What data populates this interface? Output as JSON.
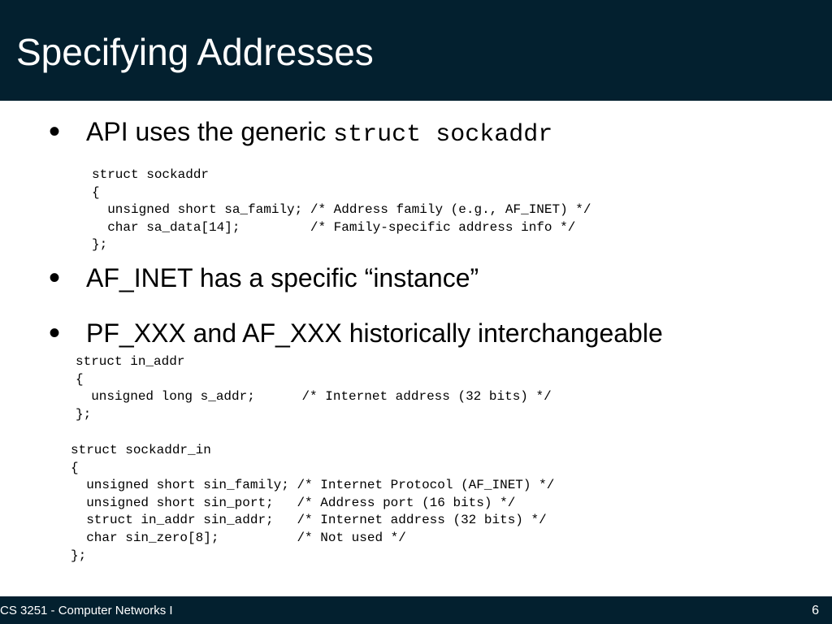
{
  "slide": {
    "title": "Specifying Addresses",
    "bullets": [
      {
        "text": "API uses the generic ",
        "code": "struct sockaddr"
      },
      {
        "text": "AF_INET has a specific “instance”"
      },
      {
        "text": "PF_XXX and AF_XXX historically interchangeable"
      }
    ],
    "code_blocks": {
      "sockaddr": "struct sockaddr\n{\n  unsigned short sa_family; /* Address family (e.g., AF_INET) */\n  char sa_data[14];         /* Family-specific address info */\n};",
      "in_addr": "struct in_addr\n{\n  unsigned long s_addr;      /* Internet address (32 bits) */\n};",
      "sockaddr_in": "struct sockaddr_in\n{\n  unsigned short sin_family; /* Internet Protocol (AF_INET) */\n  unsigned short sin_port;   /* Address port (16 bits) */\n  struct in_addr sin_addr;   /* Internet address (32 bits) */\n  char sin_zero[8];          /* Not used */\n};"
    }
  },
  "footer": {
    "course": "CS 3251 - Computer Networks I",
    "page_number": "6"
  },
  "colors": {
    "header_background": "#03202f",
    "header_text": "#ffffff"
  }
}
